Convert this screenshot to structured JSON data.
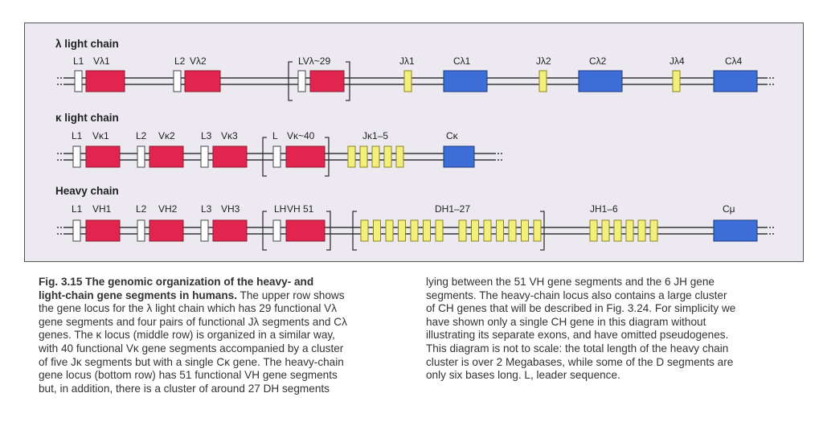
{
  "colors": {
    "v_segment": "#e2254f",
    "j_segment": "#f2f07a",
    "c_segment": "#3d6ed8",
    "leader": "#ffffff",
    "panel": "#eceaf0",
    "line": "#333333"
  },
  "rows": [
    {
      "title": "λ light chain",
      "labels": [
        "L1",
        "Vλ1",
        "L2",
        "Vλ2",
        "LVλ~29",
        "Jλ1",
        "Cλ1",
        "Jλ2",
        "Cλ2",
        "Jλ4",
        "Cλ4"
      ]
    },
    {
      "title": "κ light chain",
      "labels": [
        "L1",
        "Vκ1",
        "L2",
        "Vκ2",
        "L3",
        "Vκ3",
        "L",
        "Vκ~40",
        "Jκ1–5",
        "Cκ"
      ]
    },
    {
      "title": "Heavy chain",
      "labels": [
        "L1",
        "VH1",
        "L2",
        "VH2",
        "L3",
        "VH3",
        "LH",
        "VH 51",
        "DH1–27",
        "JH1–6",
        "Cμ"
      ]
    }
  ],
  "caption": {
    "left_lines": [
      "Fig. 3.15  The genomic organization of the heavy- and",
      "light-chain gene segments in humans. The upper row shows",
      "the gene locus for the λ light chain which has 29 functional Vλ",
      "gene segments and four pairs of functional Jλ segments and Cλ",
      "genes. The κ locus (middle row) is organized in a similar way,",
      "with 40 functional Vκ gene segments accompanied by a cluster",
      "of five Jκ segments but with a single Cκ gene. The heavy-chain",
      "gene locus (bottom row) has 51 functional VH gene segments",
      "but, in addition, there is a cluster of around 27 DH segments"
    ],
    "right_lines": [
      "lying between the 51 VH gene segments and the 6 JH gene",
      "segments. The heavy-chain locus also contains a large cluster",
      "of CH genes that will be described in Fig. 3.24. For simplicity we",
      "have shown only a single CH gene in this diagram without",
      "illustrating its separate exons, and have omitted pseudogenes.",
      "This diagram is not to scale: the total length of the heavy chain",
      "cluster is over 2 Megabases, while some of the D segments are",
      "only six bases long. L, leader sequence."
    ]
  }
}
